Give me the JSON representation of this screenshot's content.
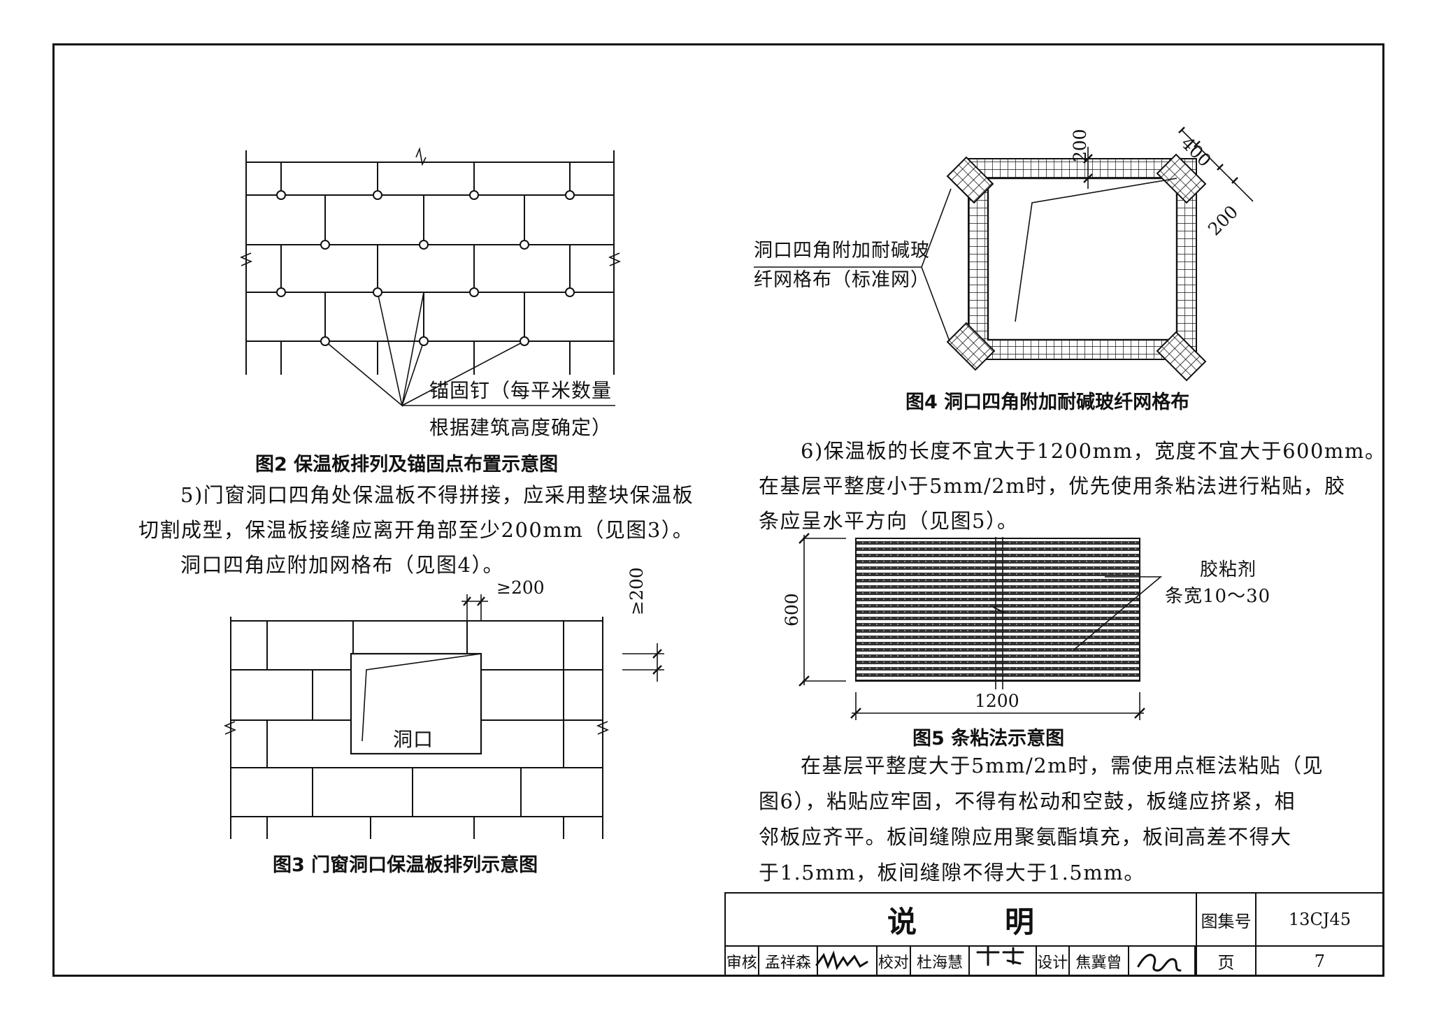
{
  "fig2": {
    "caption": "图2  保温板排列及锚固点布置示意图",
    "callout_line1": "锚固钉（每平米数量",
    "callout_line2": "根据建筑高度确定）"
  },
  "fig3": {
    "caption": "图3  门窗洞口保温板排列示意图",
    "opening_label": "洞口",
    "dim_horizontal": "≥200",
    "dim_vertical": "≥200"
  },
  "fig4": {
    "caption": "图4  洞口四角附加耐碱玻纤网格布",
    "callout_line1": "洞口四角附加耐碱玻",
    "callout_line2": "纤网格布（标准网）",
    "dim_top": "200",
    "dim_diag_400": "400",
    "dim_diag_200": "200"
  },
  "fig5": {
    "caption": "图5  条粘法示意图",
    "dim_height": "600",
    "dim_width": "1200",
    "adhesive_label": "胶粘剂",
    "strip_label": "条宽10～30"
  },
  "text5": {
    "line1": "5)门窗洞口四角处保温板不得拼接，应采用整块保温板",
    "line2": "切割成型，保温板接缝应离开角部至少200mm（见图3）。",
    "line3": "洞口四角应附加网格布（见图4）。"
  },
  "text6": {
    "line1": "6)保温板的长度不宜大于1200mm，宽度不宜大于600mm。",
    "line2": "在基层平整度小于5mm/2m时，优先使用条粘法进行粘贴，胶",
    "line3": "条应呈水平方向（见图5）。"
  },
  "text7": {
    "line1": "在基层平整度大于5mm/2m时，需使用点框法粘贴（见",
    "line2": "图6），粘贴应牢固，不得有松动和空鼓，板缝应挤紧，相",
    "line3": "邻板应齐平。板间缝隙应用聚氨酯填充，板间高差不得大",
    "line4": "于1.5mm，板间缝隙不得大于1.5mm。"
  },
  "title_block": {
    "title": "说　　　明",
    "atlas_label": "图集号",
    "atlas_value": "13CJ45",
    "page_label": "页",
    "page_value": "7",
    "review_label": "审核",
    "review_name": "孟祥森",
    "check_label": "校对",
    "check_name": "杜海慧",
    "design_label": "设计",
    "design_name": "焦冀曾"
  }
}
